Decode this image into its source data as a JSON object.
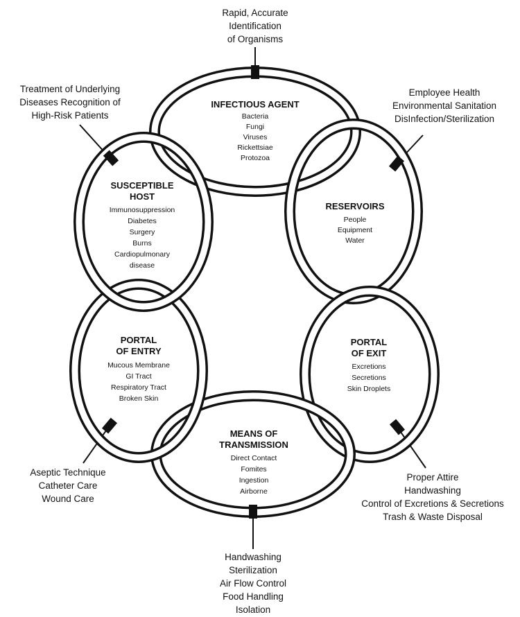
{
  "links": {
    "infectious_agent": {
      "title": [
        "INFECTIOUS AGENT"
      ],
      "items": [
        "Bacteria",
        "Fungi",
        "Viruses",
        "Rickettsiae",
        "Protozoa"
      ]
    },
    "reservoirs": {
      "title": [
        "RESERVOIRS"
      ],
      "items": [
        "People",
        "Equipment",
        "Water"
      ]
    },
    "portal_of_exit": {
      "title": [
        "PORTAL",
        "OF EXIT"
      ],
      "items": [
        "Excretions",
        "Secretions",
        "Skin Droplets"
      ]
    },
    "means_of_transmission": {
      "title": [
        "MEANS OF",
        "TRANSMISSION"
      ],
      "items": [
        "Direct Contact",
        "Fomites",
        "Ingestion",
        "Airborne"
      ]
    },
    "portal_of_entry": {
      "title": [
        "PORTAL",
        "OF ENTRY"
      ],
      "items": [
        "Mucous Membrane",
        "GI Tract",
        "Respiratory Tract",
        "Broken Skin"
      ]
    },
    "susceptible_host": {
      "title": [
        "SUSCEPTIBLE",
        "HOST"
      ],
      "items": [
        "Immunosuppression",
        "Diabetes",
        "Surgery",
        "Burns",
        "Cardiopulmonary",
        "disease"
      ]
    }
  },
  "controls": {
    "top": [
      "Rapid, Accurate",
      "Identification",
      "of Organisms"
    ],
    "top_right": [
      "Employee Health",
      "Environmental Sanitation",
      "DisInfection/Sterilization"
    ],
    "bottom_right": [
      "Proper Attire",
      "Handwashing",
      "Control of Excretions & Secretions",
      "Trash & Waste Disposal"
    ],
    "bottom": [
      "Handwashing",
      "Sterilization",
      "Air Flow Control",
      "Food Handling",
      "Isolation"
    ],
    "bottom_left": [
      "Aseptic Technique",
      "Catheter Care",
      "Wound Care"
    ],
    "top_left": [
      "Treatment of Underlying",
      "Diseases Recognition of",
      "High-Risk Patients"
    ]
  }
}
